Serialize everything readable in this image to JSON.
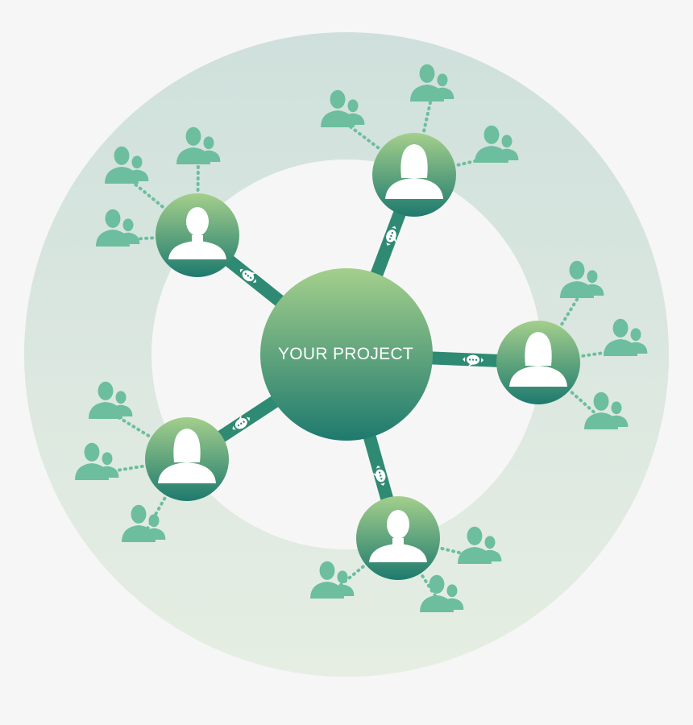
{
  "hub": {
    "label": "YOUR PROJECT"
  },
  "colors": {
    "background": "#f6f6f6",
    "ring_outer_top": "#cfe0dc",
    "ring_outer_bottom": "#e6eee3",
    "hub_top": "#a4cf8c",
    "hub_bottom": "#1e7a6e",
    "people": "#6cbe9e",
    "link": "#2f8a73",
    "white": "#ffffff"
  },
  "members": [
    {
      "name": "top-left",
      "figure": "male"
    },
    {
      "name": "top-right",
      "figure": "female"
    },
    {
      "name": "right",
      "figure": "female"
    },
    {
      "name": "bottom",
      "figure": "male"
    },
    {
      "name": "bottom-left",
      "figure": "female"
    }
  ],
  "icons": {
    "chat": "chat-bubble-icon",
    "member": "person-icon",
    "group": "people-group-icon"
  }
}
